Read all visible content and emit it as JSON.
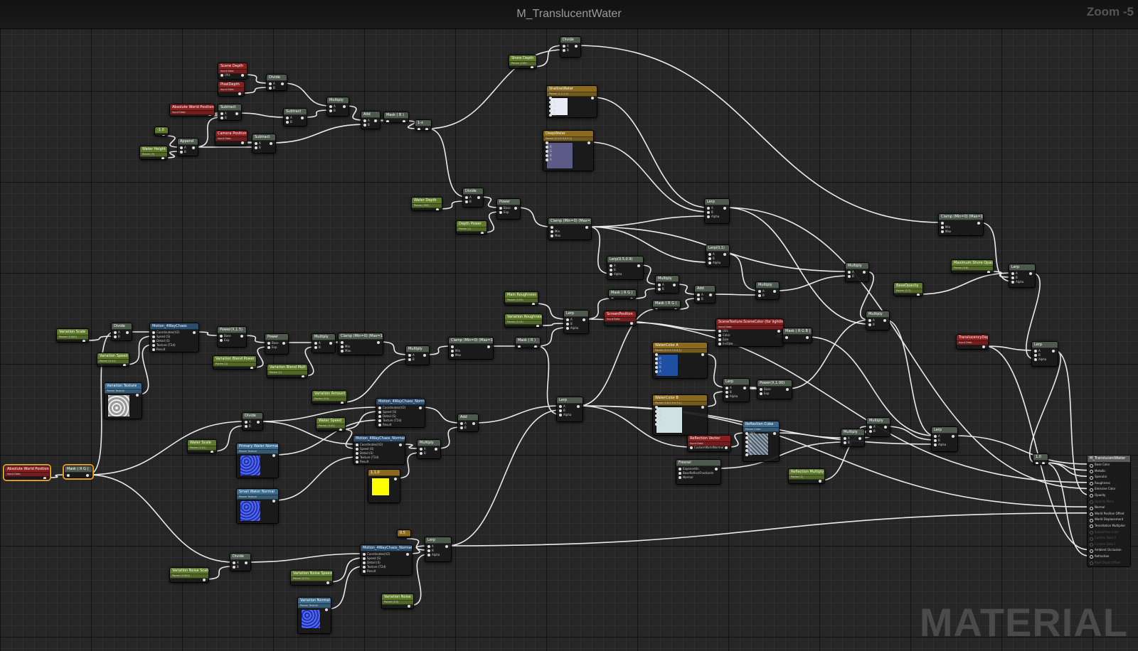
{
  "window": {
    "title": "M_TranslucentWater",
    "zoom": "Zoom -5",
    "watermark": "MATERIAL"
  },
  "colors": {
    "scalar_param": "#5f7a2b",
    "vector_param": "#8a6a1e",
    "texture_param": "#3c6a8c",
    "input_data": "#8a1f1f",
    "function": "#2c4e6e",
    "math": "#4f5a4f",
    "result": "#5a5a5a",
    "selected": "#e49a1c",
    "wire": "#eaeaea"
  },
  "nodes": [
    {
      "id": "n_absworld2",
      "label": "Absolute World Position",
      "sub": "Input Data",
      "kind": "input_data",
      "selected": true,
      "pins": []
    },
    {
      "id": "n_mask_rg",
      "label": "Mask ( R G )",
      "kind": "math",
      "selected": true,
      "pins": [
        "",
        ""
      ]
    },
    {
      "id": "n_scene_depth",
      "label": "Scene Depth",
      "sub": "Input Data",
      "kind": "input_data",
      "pins": [
        "UVs"
      ]
    },
    {
      "id": "n_pixel_depth",
      "label": "PixelDepth",
      "sub": "Input Data",
      "kind": "input_data",
      "pins": []
    },
    {
      "id": "n_divide1",
      "label": "Divide",
      "kind": "math",
      "pins": [
        "A",
        "B"
      ]
    },
    {
      "id": "n_absworld1",
      "label": "Absolute World Position",
      "sub": "Input Data",
      "kind": "input_data",
      "pins": []
    },
    {
      "id": "n_subtract1",
      "label": "Subtract",
      "kind": "math",
      "pins": [
        "A",
        "B"
      ]
    },
    {
      "id": "n_subtract2",
      "label": "Subtract",
      "kind": "math",
      "pins": [
        "A",
        "B"
      ]
    },
    {
      "id": "n_multiply1",
      "label": "Multiply",
      "kind": "math",
      "pins": [
        "A",
        "B"
      ]
    },
    {
      "id": "n_add1",
      "label": "Add",
      "kind": "math",
      "pins": [
        "A",
        "B"
      ]
    },
    {
      "id": "n_mask_b",
      "label": "Mask ( B )",
      "kind": "math",
      "pins": [
        ""
      ]
    },
    {
      "id": "n_const_small",
      "label": "1-x",
      "kind": "math",
      "pins": [
        ""
      ]
    },
    {
      "id": "n_const_neg",
      "label": "-1.0",
      "kind": "scalar_param",
      "pins": []
    },
    {
      "id": "n_camera_pos",
      "label": "Camera Position",
      "sub": "Input Data",
      "kind": "input_data",
      "pins": []
    },
    {
      "id": "n_subtract3",
      "label": "Subtract",
      "kind": "math",
      "pins": [
        "A",
        "B"
      ]
    },
    {
      "id": "n_append",
      "label": "Append",
      "kind": "math",
      "pins": [
        "A",
        "B"
      ]
    },
    {
      "id": "n_water_height",
      "label": "Water Height",
      "sub": "Param (0)",
      "kind": "scalar_param",
      "pins": []
    },
    {
      "id": "n_shore_depth",
      "label": "Shore Depth",
      "sub": "Param (100)",
      "kind": "scalar_param",
      "pins": []
    },
    {
      "id": "n_divide_top",
      "label": "Divide",
      "kind": "math",
      "pins": [
        "A",
        "B"
      ]
    },
    {
      "id": "n_shallow_water",
      "label": "ShallowWater",
      "sub": "Param (1,1,1,1)",
      "kind": "vector_param",
      "swatch": "#e9ecf7",
      "pins": [
        "",
        "R",
        "G",
        "B",
        "A"
      ]
    },
    {
      "id": "n_deep_water",
      "label": "DeepWater",
      "sub": "Param (0.3,0.3,0.5,1)",
      "kind": "vector_param",
      "swatch": "#5c5a86",
      "pins": [
        "",
        "R",
        "G",
        "B",
        "A"
      ]
    },
    {
      "id": "n_water_depth",
      "label": "Water Depth",
      "sub": "Param (500)",
      "kind": "scalar_param",
      "pins": []
    },
    {
      "id": "n_divide2",
      "label": "Divide",
      "kind": "math",
      "pins": [
        "A",
        "B"
      ]
    },
    {
      "id": "n_power1",
      "label": "Power",
      "kind": "math",
      "pins": [
        "Base",
        "Exp"
      ]
    },
    {
      "id": "n_depth_power",
      "label": "Depth Power",
      "sub": "Param (1)",
      "kind": "scalar_param",
      "pins": []
    },
    {
      "id": "n_clamp1",
      "label": "Clamp (Min=0) (Max=1)",
      "kind": "math",
      "pins": [
        "",
        "Min",
        "Max"
      ]
    },
    {
      "id": "n_lerp_color",
      "label": "Lerp",
      "kind": "math",
      "pins": [
        "A",
        "B",
        "Alpha"
      ]
    },
    {
      "id": "n_lerp_0_1",
      "label": "Lerp(0,1)",
      "kind": "math",
      "pins": [
        "A",
        "B",
        "Alpha"
      ]
    },
    {
      "id": "n_lerp_half",
      "label": "Lerp(0.5,0.9)",
      "kind": "math",
      "pins": [
        "A",
        "B",
        "Alpha"
      ]
    },
    {
      "id": "n_multiply_b",
      "label": "Multiply",
      "kind": "math",
      "pins": [
        "A",
        "B"
      ]
    },
    {
      "id": "n_mask_rg2",
      "label": "Mask ( R G )",
      "kind": "math",
      "pins": [
        ""
      ]
    },
    {
      "id": "n_add2",
      "label": "Add",
      "kind": "math",
      "pins": [
        "A",
        "B"
      ]
    },
    {
      "id": "n_mask_rg3",
      "label": "Mask ( R G )",
      "kind": "math",
      "pins": [
        ""
      ]
    },
    {
      "id": "n_multiply_c",
      "label": "Multiply",
      "kind": "math",
      "pins": [
        "A",
        "B"
      ]
    },
    {
      "id": "n_multiply_d",
      "label": "Multiply",
      "kind": "math",
      "pins": [
        "A",
        "B"
      ]
    },
    {
      "id": "n_clamp_right",
      "label": "Clamp (Min=0) (Max=1)",
      "kind": "math",
      "pins": [
        "",
        "Min",
        "Max"
      ]
    },
    {
      "id": "n_max_shore",
      "label": "Maximum Shore Opacity",
      "sub": "Param (0.6)",
      "kind": "scalar_param",
      "pins": []
    },
    {
      "id": "n_base_opacity",
      "label": "BaseOpacity",
      "sub": "Param (0.7)",
      "kind": "scalar_param",
      "pins": []
    },
    {
      "id": "n_lerp_opacity",
      "label": "Lerp",
      "kind": "math",
      "pins": [
        "A",
        "B",
        "Alpha"
      ]
    },
    {
      "id": "n_multiply_e",
      "label": "Multiply",
      "kind": "math",
      "pins": [
        "A",
        "B"
      ]
    },
    {
      "id": "n_main_rough",
      "label": "Main Roughness",
      "sub": "Param (0.05)",
      "kind": "scalar_param",
      "pins": []
    },
    {
      "id": "n_variation_rough",
      "label": "Variation Roughness",
      "sub": "Param (0.15)",
      "kind": "scalar_param",
      "pins": []
    },
    {
      "id": "n_lerp_rough",
      "label": "Lerp",
      "kind": "math",
      "pins": [
        "A",
        "B",
        "Alpha"
      ]
    },
    {
      "id": "n_screen_pos",
      "label": "ScreenPosition",
      "sub": "Input Data",
      "kind": "input_data",
      "pins": []
    },
    {
      "id": "n_scene_tex",
      "label": "SceneTexture:SceneColor (for lighting)",
      "sub": "Input Data",
      "kind": "input_data",
      "pins": [
        "UVs",
        "Color",
        "Size",
        "InvSize"
      ]
    },
    {
      "id": "n_mask_rgb",
      "label": "Mask ( R G B )",
      "kind": "math",
      "pins": [
        ""
      ]
    },
    {
      "id": "n_translucency",
      "label": "TranslucencyDepth",
      "sub": "Input Data",
      "kind": "input_data",
      "pins": []
    },
    {
      "id": "n_variation_scale",
      "label": "Variation Scale",
      "sub": "Param (0.001)",
      "kind": "scalar_param",
      "pins": []
    },
    {
      "id": "n_divide_v",
      "label": "Divide",
      "kind": "math",
      "pins": [
        "A",
        "B"
      ]
    },
    {
      "id": "n_variation_speed",
      "label": "Variation Speed",
      "sub": "Param (0.01)",
      "kind": "scalar_param",
      "pins": []
    },
    {
      "id": "n_motion1",
      "label": "Motion_4WayChaos",
      "kind": "function",
      "pins": [
        "Coordinates(V2)",
        "Speed (S)",
        "Detail (S)",
        "Texture (T2d)",
        "Result"
      ]
    },
    {
      "id": "n_variation_tex",
      "label": "Variation Texture",
      "sub": "Param Texture",
      "kind": "texture_param",
      "swatch": "#c8c8c8",
      "pins": []
    },
    {
      "id": "n_power_half",
      "label": "Power(X,1.5)",
      "kind": "math",
      "pins": [
        "Base",
        "Exp"
      ]
    },
    {
      "id": "n_power2",
      "label": "Power",
      "kind": "math",
      "pins": [
        "Base",
        "Exp"
      ]
    },
    {
      "id": "n_variation_blend",
      "label": "Variation Blend Power",
      "sub": "Param (2)",
      "kind": "scalar_param",
      "pins": []
    },
    {
      "id": "n_variation_blend_mult",
      "label": "Variation Blend Mult",
      "sub": "Param (1)",
      "kind": "scalar_param",
      "pins": []
    },
    {
      "id": "n_multiply_v",
      "label": "Multiply",
      "kind": "math",
      "pins": [
        "A",
        "B"
      ]
    },
    {
      "id": "n_clamp_v",
      "label": "Clamp (Min=0) (Max=1)",
      "kind": "math",
      "pins": [
        "",
        "Min",
        "Max"
      ]
    },
    {
      "id": "n_multiply_v2",
      "label": "Multiply",
      "kind": "math",
      "pins": [
        "A",
        "B"
      ]
    },
    {
      "id": "n_clamp_v2",
      "label": "Clamp (Min=0) (Max=1)",
      "kind": "math",
      "pins": [
        "",
        "Min",
        "Max"
      ]
    },
    {
      "id": "n_mask_r",
      "label": "Mask ( R )",
      "kind": "math",
      "pins": [
        ""
      ]
    },
    {
      "id": "n_variation_amount",
      "label": "Variation Amount",
      "sub": "Param (0.5)",
      "kind": "scalar_param",
      "pins": []
    },
    {
      "id": "n_motion_normal1",
      "label": "Motion_4WayChaos_Normal",
      "kind": "function",
      "pins": [
        "Coordinates(V2)",
        "Speed (S)",
        "Detail (S)",
        "Texture (T2d)",
        "Result"
      ]
    },
    {
      "id": "n_divide_n",
      "label": "Divide",
      "kind": "math",
      "pins": [
        "A",
        "B"
      ]
    },
    {
      "id": "n_water_speed",
      "label": "Water Speed",
      "sub": "Param (0.02)",
      "kind": "scalar_param",
      "pins": []
    },
    {
      "id": "n_add_n",
      "label": "Add",
      "kind": "math",
      "pins": [
        "A",
        "B"
      ]
    },
    {
      "id": "n_water_scale",
      "label": "Water Scale",
      "sub": "Param (0.01)",
      "kind": "scalar_param",
      "pins": []
    },
    {
      "id": "n_primary_normal",
      "label": "Primary Water Normal",
      "sub": "Param Texture",
      "kind": "texture_param",
      "swatch": "#2a3fb0",
      "pins": []
    },
    {
      "id": "n_motion_normal2",
      "label": "Motion_4WayChaos_Normal",
      "kind": "function",
      "pins": [
        "Coordinates(V2)",
        "Speed (S)",
        "Detail (S)",
        "Texture (T2d)",
        "Result"
      ]
    },
    {
      "id": "n_multiply_n",
      "label": "Multiply",
      "kind": "math",
      "pins": [
        "A",
        "B"
      ]
    },
    {
      "id": "n_const_yellow",
      "label": "1,1,0",
      "kind": "vector_param",
      "swatch": "#ffff00",
      "pins": []
    },
    {
      "id": "n_small_normal",
      "label": "Small Water Normal",
      "sub": "Param Texture",
      "kind": "texture_param",
      "swatch": "#2a3fb0",
      "pins": []
    },
    {
      "id": "n_lerp_normal",
      "label": "Lerp",
      "kind": "math",
      "pins": [
        "A",
        "B",
        "Alpha"
      ]
    },
    {
      "id": "n_water_color_a",
      "label": "WaterColor A",
      "sub": "Param (0.1,0.3,0.6,1)",
      "kind": "vector_param",
      "swatch": "#1f4fa0",
      "pins": [
        "",
        "R",
        "G",
        "B",
        "A"
      ]
    },
    {
      "id": "n_water_color_b",
      "label": "WaterColor B",
      "sub": "Param (0.8,0.9,0.9,1)",
      "kind": "vector_param",
      "swatch": "#cfe1e2",
      "pins": [
        "",
        "R",
        "G",
        "B",
        "A"
      ]
    },
    {
      "id": "n_lerp_wc",
      "label": "Lerp",
      "kind": "math",
      "pins": [
        "A",
        "B",
        "Alpha"
      ]
    },
    {
      "id": "n_power_wc",
      "label": "Power(X,1.00)",
      "kind": "math",
      "pins": [
        "Base",
        "Exp"
      ]
    },
    {
      "id": "n_reflection_vec",
      "label": "Reflection Vector",
      "sub": "Input Data",
      "kind": "input_data",
      "pins": [
        "CustomWorldNormal"
      ]
    },
    {
      "id": "n_reflection_cube",
      "label": "Reflection Cube",
      "sub": "Param Cube",
      "kind": "texture_param",
      "swatch": "#7f8a96",
      "pins": [
        "UVs",
        "",
        "R",
        "G",
        "B",
        "A"
      ]
    },
    {
      "id": "n_fresnel",
      "label": "Fresnel",
      "kind": "math",
      "pins": [
        "ExponentIn",
        "BaseReflectFractionIn",
        "Normal"
      ]
    },
    {
      "id": "n_multiply_r",
      "label": "Multiply",
      "kind": "math",
      "pins": [
        "A",
        "B"
      ]
    },
    {
      "id": "n_multiply_r2",
      "label": "Multiply",
      "kind": "math",
      "pins": [
        "A",
        "B"
      ]
    },
    {
      "id": "n_reflection_mult",
      "label": "Reflection Multiply",
      "sub": "Param (1)",
      "kind": "scalar_param",
      "pins": []
    },
    {
      "id": "n_lerp_r",
      "label": "Lerp",
      "kind": "math",
      "pins": [
        "A",
        "B",
        "Alpha"
      ]
    },
    {
      "id": "n_lerp_final",
      "label": "Lerp",
      "kind": "math",
      "pins": [
        "A",
        "B",
        "Alpha"
      ]
    },
    {
      "id": "n_const_1",
      "label": "1.0",
      "kind": "math",
      "pins": [
        ""
      ]
    },
    {
      "id": "n_divide_vn",
      "label": "Divide",
      "kind": "math",
      "pins": [
        "A",
        "B"
      ]
    },
    {
      "id": "n_variation_noise_scale",
      "label": "Variation Noise Scale",
      "sub": "Param (0.001)",
      "kind": "scalar_param",
      "pins": []
    },
    {
      "id": "n_motion_normal3",
      "label": "Motion_4WayChaos_Normal",
      "kind": "function",
      "pins": [
        "Coordinates(V2)",
        "Speed (S)",
        "Detail (S)",
        "Texture (T2d)",
        "Result"
      ]
    },
    {
      "id": "n_variation_noise_speed",
      "label": "Variation Noise Speed",
      "sub": "Param (0.01)",
      "kind": "scalar_param",
      "pins": []
    },
    {
      "id": "n_variation_normal",
      "label": "Variation Normal",
      "sub": "Param Texture",
      "kind": "texture_param",
      "swatch": "#2a3fb0",
      "pins": []
    },
    {
      "id": "n_variation_noise",
      "label": "Variation Noise",
      "sub": "Param (0.5)",
      "kind": "scalar_param",
      "pins": []
    },
    {
      "id": "n_const_small2",
      "label": "0.5",
      "kind": "vector_param",
      "pins": []
    },
    {
      "id": "n_lerp_vn",
      "label": "Lerp",
      "kind": "math",
      "pins": [
        "A",
        "B",
        "Alpha"
      ]
    }
  ],
  "result": {
    "label": "M_TranslucentWater",
    "pins": [
      {
        "label": "Base Color",
        "on": true
      },
      {
        "label": "Metallic",
        "on": true
      },
      {
        "label": "Specular",
        "on": true
      },
      {
        "label": "Roughness",
        "on": true
      },
      {
        "label": "Emissive Color",
        "on": true
      },
      {
        "label": "Opacity",
        "on": true
      },
      {
        "label": "Opacity Mask",
        "on": false
      },
      {
        "label": "Normal",
        "on": true
      },
      {
        "label": "World Position Offset",
        "on": true
      },
      {
        "label": "World Displacement",
        "on": true
      },
      {
        "label": "Tessellation Multiplier",
        "on": true
      },
      {
        "label": "Subsurface Color",
        "on": false
      },
      {
        "label": "Custom Data 0",
        "on": false
      },
      {
        "label": "Custom Data 1",
        "on": false
      },
      {
        "label": "Ambient Occlusion",
        "on": true
      },
      {
        "label": "Refraction",
        "on": true
      },
      {
        "label": "Pixel Depth Offset",
        "on": false
      }
    ]
  }
}
